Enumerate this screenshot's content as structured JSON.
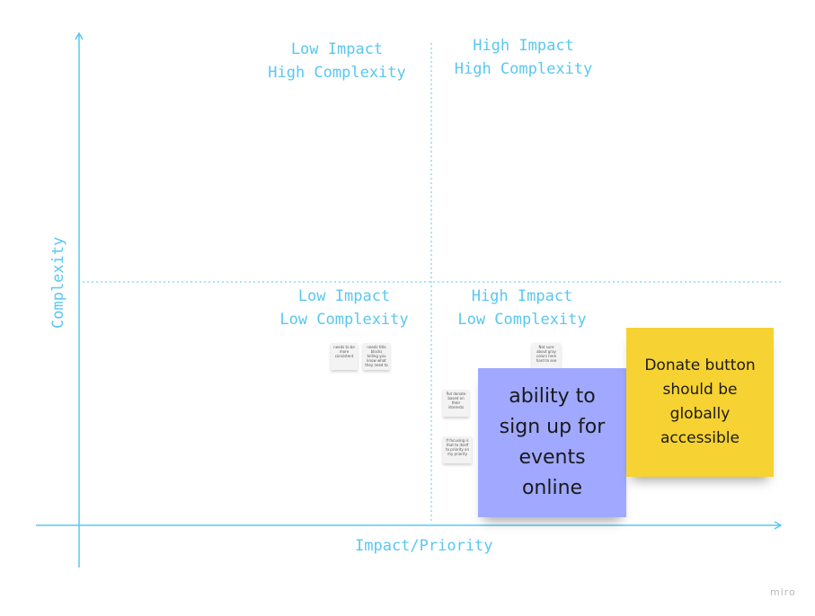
{
  "quadrants": {
    "top_left": "Low Impact\nHigh Complexity",
    "top_right": "High Impact\nHigh Complexity",
    "bottom_left": "Low Impact\nLow Complexity",
    "bottom_right": "High Impact\nLow Complexity"
  },
  "axes": {
    "x_label": "Impact/Priority",
    "y_label": "Complexity"
  },
  "mini_notes": [
    {
      "text": "needs to be more consistent"
    },
    {
      "text": "needs title blocks telling you know what they need to"
    },
    {
      "text": "Not sure about gray colors here hard to see"
    },
    {
      "text": "Put donate based on their interests"
    },
    {
      "text": "If focusing is that to itself to priority on my priority"
    }
  ],
  "sticky_notes": {
    "events": "ability to sign up for events online",
    "donate": "Donate button should be globally accessible"
  },
  "colors": {
    "accent": "#5ac7f0",
    "sticky_purple": "#a0a9ff",
    "sticky_yellow": "#f6d232"
  },
  "branding": "miro"
}
